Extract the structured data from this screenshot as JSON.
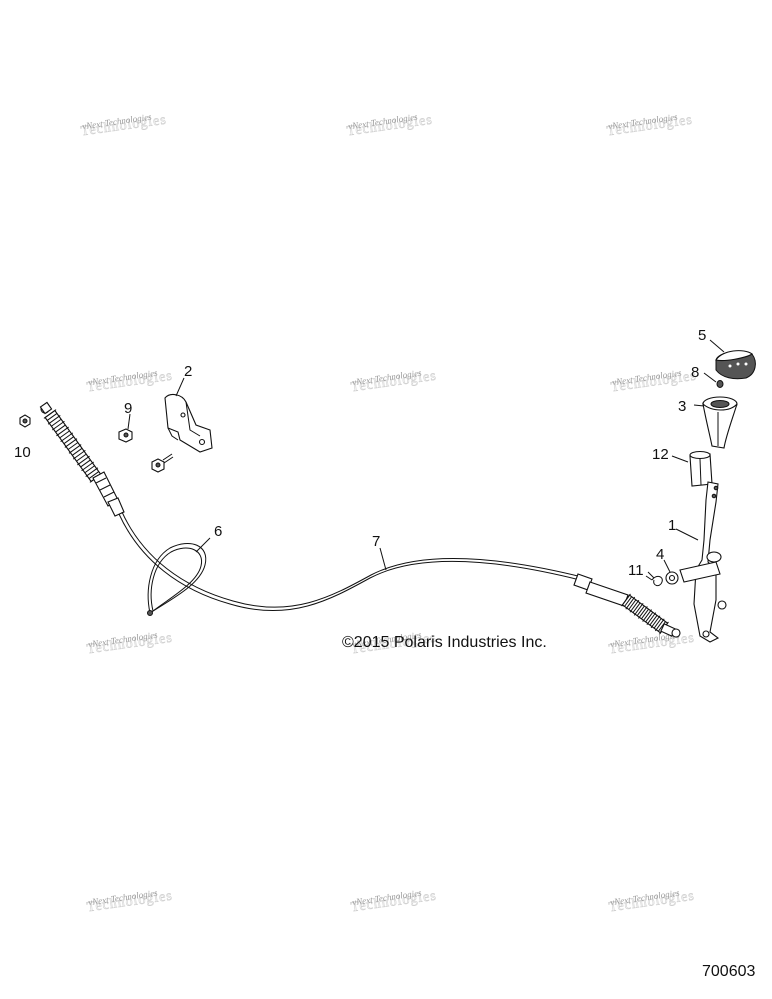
{
  "watermark": {
    "line1": "vNext Technologies",
    "line2": "Technologies"
  },
  "callouts": {
    "c1": "1",
    "c2": "2",
    "c3": "3",
    "c4": "4",
    "c5": "5",
    "c6": "6",
    "c7": "7",
    "c8": "8",
    "c9": "9",
    "c10": "10",
    "c11": "11",
    "c12": "12"
  },
  "copyright": "©2015 Polaris Industries Inc.",
  "document_number": "700603"
}
